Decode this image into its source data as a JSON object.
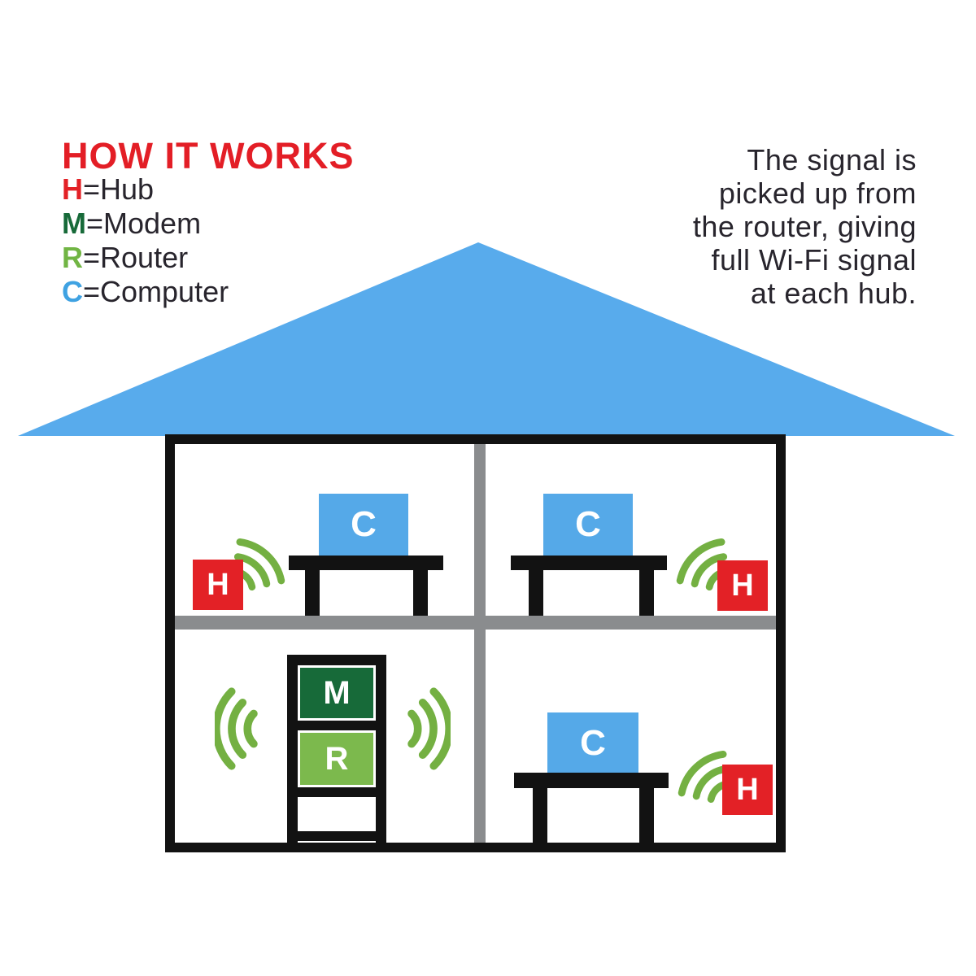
{
  "title": "HOW IT WORKS",
  "legend": [
    {
      "letter": "H",
      "rest": "=Hub"
    },
    {
      "letter": "M",
      "rest": "=Modem"
    },
    {
      "letter": "R",
      "rest": "=Router"
    },
    {
      "letter": "C",
      "rest": "=Computer"
    }
  ],
  "caption": "The signal is\npicked up from\nthe router, giving\nfull Wi-Fi signal\nat each hub.",
  "devices": {
    "hub": "H",
    "modem": "M",
    "router": "R",
    "computer": "C"
  },
  "colors": {
    "title-red": "#e31e26",
    "hub-red": "#e32126",
    "modem-green": "#176a39",
    "router-green": "#7cb94d",
    "legend-r-green": "#71b544",
    "legend-c-blue": "#3fa2e2",
    "wifi-green": "#74b042",
    "computer-blue": "#55a9e8",
    "roof-blue": "#58abec",
    "wall-black": "#121212",
    "divider-gray": "#8a8c8e",
    "text-black": "#28252d"
  }
}
